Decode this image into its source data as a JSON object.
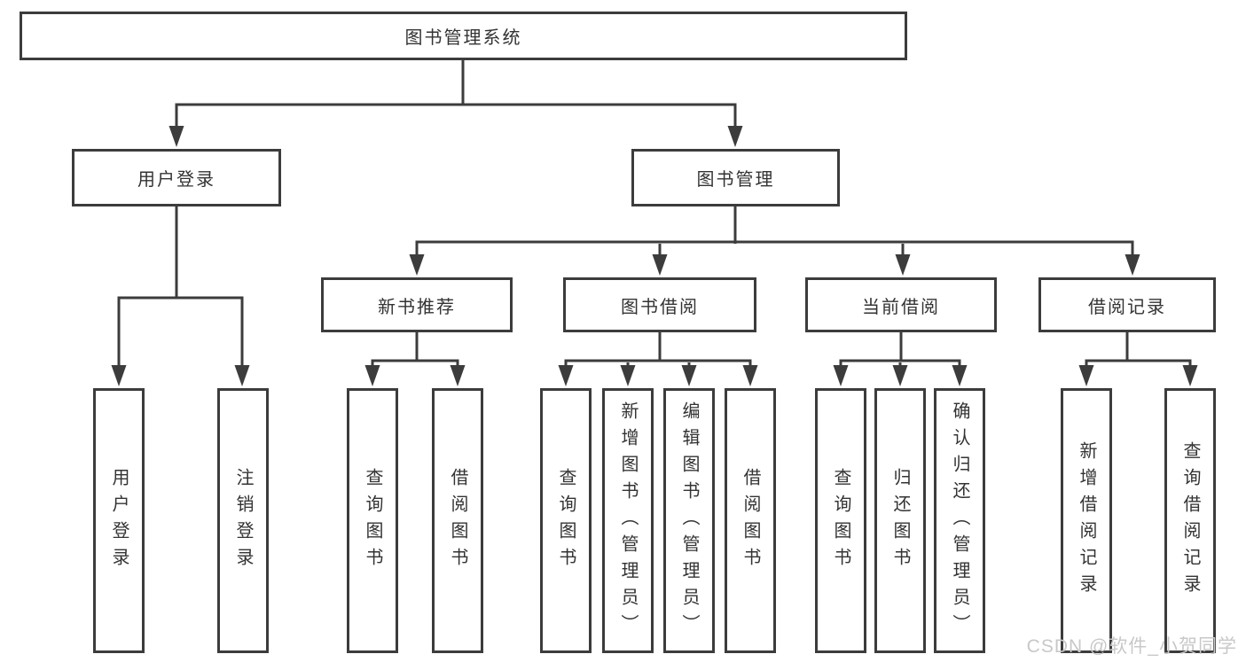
{
  "diagram": {
    "root": {
      "label": "图书管理系统"
    },
    "level2": [
      {
        "label": "用户登录"
      },
      {
        "label": "图书管理"
      }
    ],
    "level3": [
      {
        "label": "新书推荐"
      },
      {
        "label": "图书借阅"
      },
      {
        "label": "当前借阅"
      },
      {
        "label": "借阅记录"
      }
    ],
    "leaves": [
      {
        "label": "用户登录"
      },
      {
        "label": "注销登录"
      },
      {
        "label": "查询图书"
      },
      {
        "label": "借阅图书"
      },
      {
        "label": "查询图书"
      },
      {
        "label": "新增图书（管理员）"
      },
      {
        "label": "编辑图书（管理员）"
      },
      {
        "label": "借阅图书"
      },
      {
        "label": "查询图书"
      },
      {
        "label": "归还图书"
      },
      {
        "label": "确认归还（管理员）"
      },
      {
        "label": "新增借阅记录"
      },
      {
        "label": "查询借阅记录"
      }
    ]
  },
  "watermark": {
    "text": "CSDN @软件_小贺同学"
  },
  "colors": {
    "line": "#3c3c3c",
    "text": "#333333",
    "watermark": "#c8c8c8",
    "background": "#ffffff"
  }
}
